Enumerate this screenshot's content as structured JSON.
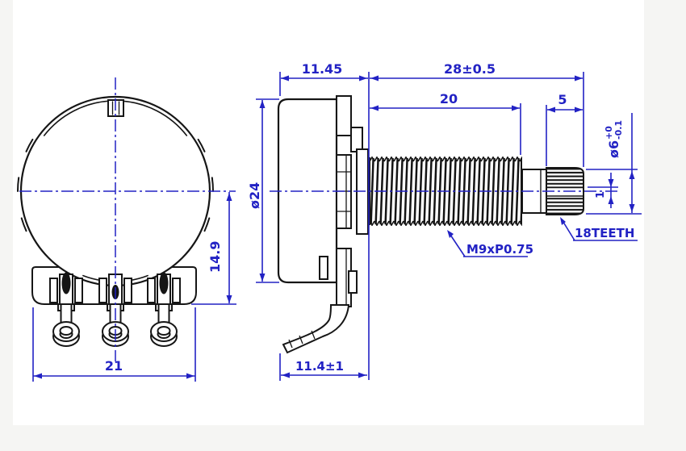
{
  "drawing": {
    "subject": "Rotary potentiometer outline dimension drawing, front and side views",
    "colors": {
      "outline": "#161616",
      "dimension": "#2222c4",
      "paper": "#ffffff",
      "margin": "#f5f5f3"
    },
    "front_view": {
      "body_width": "21",
      "center_to_base": "14.9"
    },
    "side_view": {
      "body_depth": "11.45",
      "shaft_length": "28±0.5",
      "thread_length": "20",
      "tip_length": "5",
      "body_diameter": "ø24",
      "shaft_diameter": "ø6",
      "shaft_tol_upper": "+0",
      "shaft_tol_lower": "-0.1",
      "slot_offset": "1",
      "leg_offset": "11.4±1",
      "thread_spec": "M9xP0.75",
      "teeth_label": "18TEETH"
    }
  }
}
